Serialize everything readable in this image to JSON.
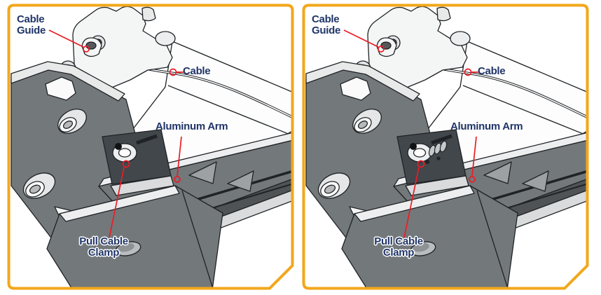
{
  "figure": {
    "description": "Two side-by-side CAD callout illustrations of a chair aluminum arm cable assembly",
    "background": "#ffffff"
  },
  "colors": {
    "panel_border": "#F2A71B",
    "label_text": "#203568",
    "leader_red": "#EC1C24",
    "part_dark_gray": "#73787B",
    "part_mid_gray": "#9DA1A4",
    "part_light_gray": "#E8EAEA",
    "line_color": "#1F2326"
  },
  "panels": [
    {
      "id": "left",
      "clamp_detail": "plain",
      "labels": {
        "cable_guide": "Cable\nGuide",
        "cable": "Cable",
        "aluminum_arm": "Aluminum Arm",
        "pull_cable_clamp": "Pull Cable\nClamp"
      }
    },
    {
      "id": "right",
      "clamp_detail": "spring",
      "labels": {
        "cable_guide": "Cable\nGuide",
        "cable": "Cable",
        "aluminum_arm": "Aluminum Arm",
        "pull_cable_clamp": "Pull Cable\nClamp"
      }
    }
  ]
}
